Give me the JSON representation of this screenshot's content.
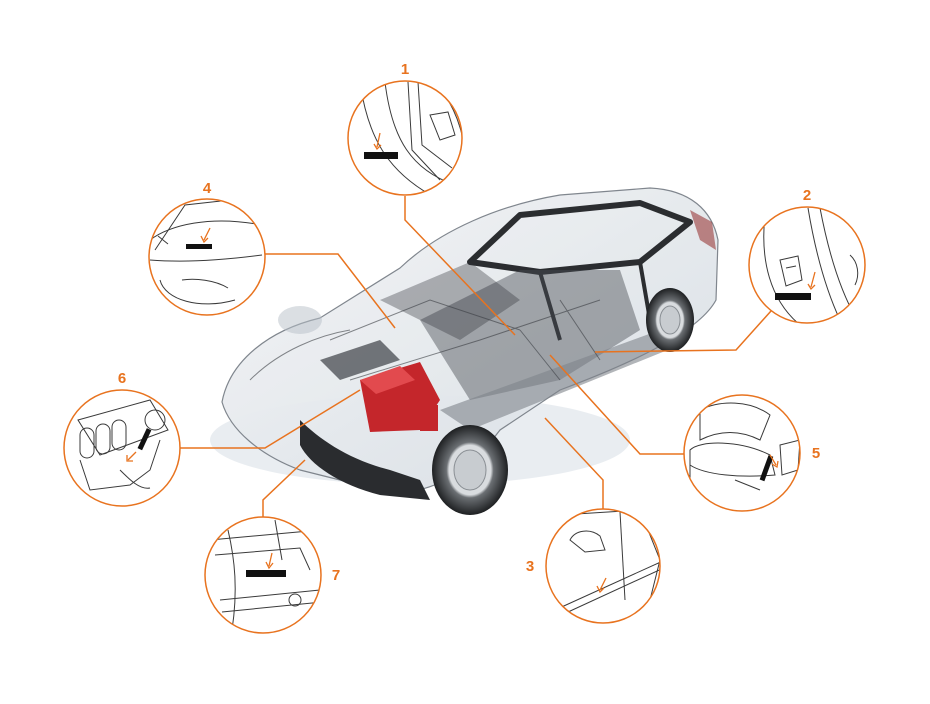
{
  "accent_color": "#e8731f",
  "line_color": "#3a3a3a",
  "callouts": [
    {
      "number": "1",
      "icon": "door-pillar-label-icon"
    },
    {
      "number": "2",
      "icon": "rear-pillar-label-icon"
    },
    {
      "number": "3",
      "icon": "door-sill-icon"
    },
    {
      "number": "4",
      "icon": "hood-label-icon"
    },
    {
      "number": "5",
      "icon": "seat-label-icon"
    },
    {
      "number": "6",
      "icon": "engine-label-icon"
    },
    {
      "number": "7",
      "icon": "engine-bay-label-icon"
    }
  ]
}
